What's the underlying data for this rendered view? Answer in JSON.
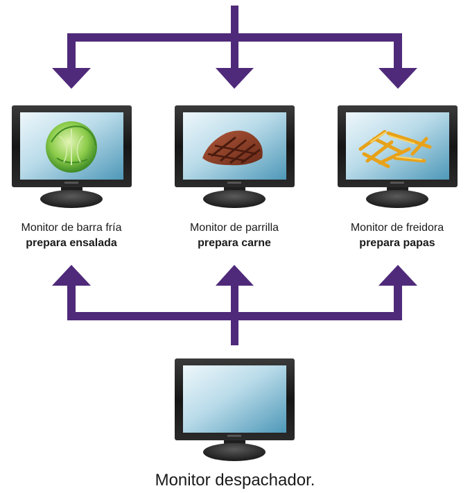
{
  "colors": {
    "arrow": "#4f2a7a",
    "monitor_frame": "#1c1c1c",
    "screen_light": "#dfeff6",
    "screen_dark": "#5ba3c1"
  },
  "monitors": [
    {
      "title": "Monitor de barra fría",
      "subtitle": "prepara ensalada",
      "image": "lettuce-icon"
    },
    {
      "title": "Monitor de parrilla",
      "subtitle": "prepara carne",
      "image": "steak-icon"
    },
    {
      "title": "Monitor de freidora",
      "subtitle": "prepara papas",
      "image": "fries-icon"
    }
  ],
  "dispatch": {
    "title": "Monitor despachador."
  }
}
